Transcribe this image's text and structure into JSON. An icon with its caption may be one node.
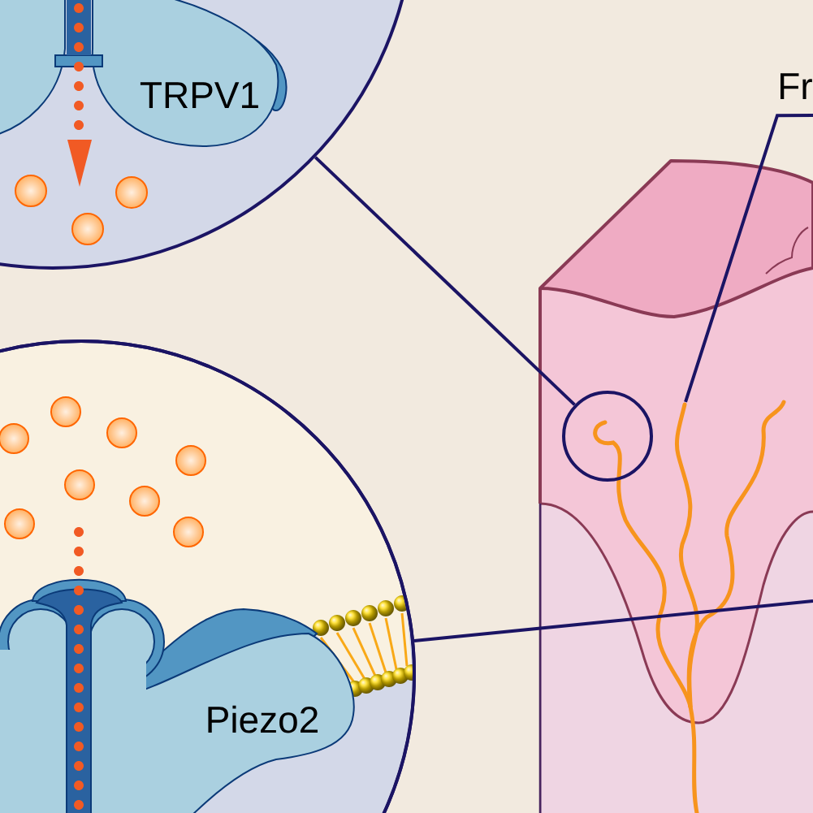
{
  "diagram": {
    "nodes": [
      {
        "text": [
          "TRPV1"
        ]
      },
      {
        "text": [
          "Piezo2"
        ]
      },
      {
        "text": [
          "Fr"
        ]
      },
      {
        "text": [],
        "shape": "circle"
      },
      {
        "text": [],
        "shape": "picture"
      }
    ],
    "edges": [
      {
        "from": 3,
        "to": 0,
        "arrow": "none"
      },
      {
        "from": 1,
        "to": null,
        "arrow": "none"
      },
      {
        "from": 2,
        "to": 4,
        "arrow": "none"
      }
    ]
  }
}
